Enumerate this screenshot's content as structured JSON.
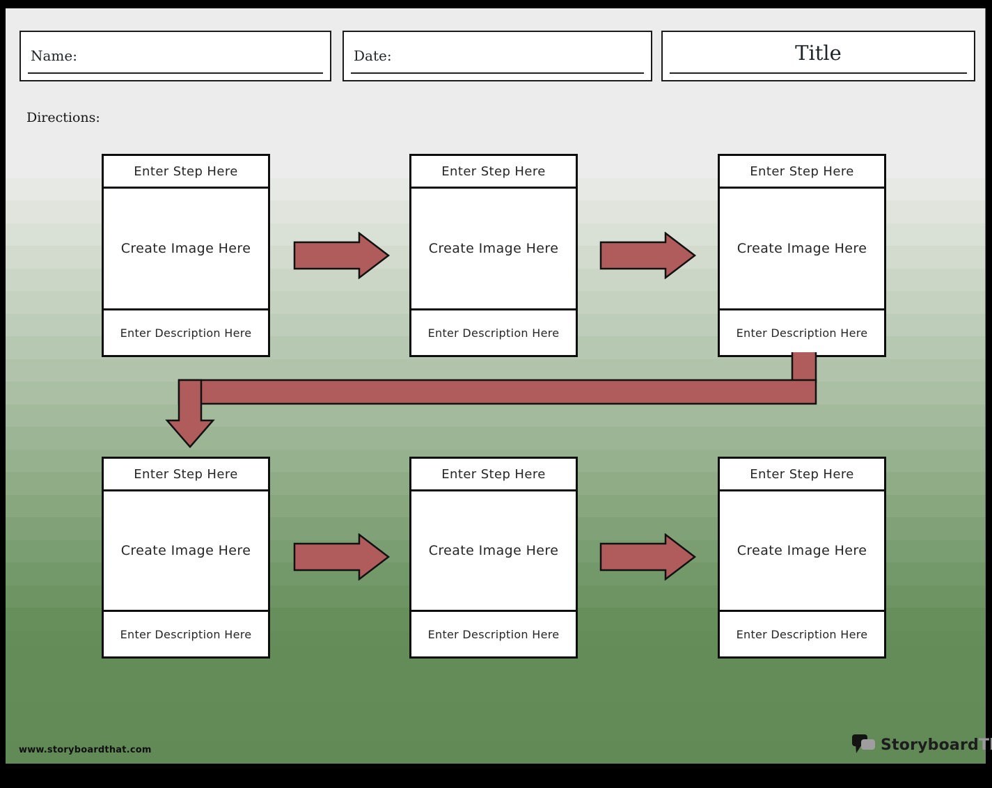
{
  "header": {
    "name_label": "Name:",
    "date_label": "Date:",
    "title_label": "Title"
  },
  "directions_label": "Directions:",
  "steps": [
    {
      "step_label": "Enter Step Here",
      "image_label": "Create Image Here",
      "description_label": "Enter Description Here"
    },
    {
      "step_label": "Enter Step Here",
      "image_label": "Create Image Here",
      "description_label": "Enter Description Here"
    },
    {
      "step_label": "Enter Step Here",
      "image_label": "Create Image Here",
      "description_label": "Enter Description Here"
    },
    {
      "step_label": "Enter Step Here",
      "image_label": "Create Image Here",
      "description_label": "Enter Description Here"
    },
    {
      "step_label": "Enter Step Here",
      "image_label": "Create Image Here",
      "description_label": "Enter Description Here"
    },
    {
      "step_label": "Enter Step Here",
      "image_label": "Create Image Here",
      "description_label": "Enter Description Here"
    }
  ],
  "footer": {
    "site_url": "www.storyboardthat.com",
    "brand_primary": "Storyboard",
    "brand_secondary": "That"
  },
  "theme": {
    "accent": "#b05c5c",
    "page_top": "#ececec",
    "page_bottom": "#618a56",
    "brand_gray": "#9a9a9a"
  }
}
